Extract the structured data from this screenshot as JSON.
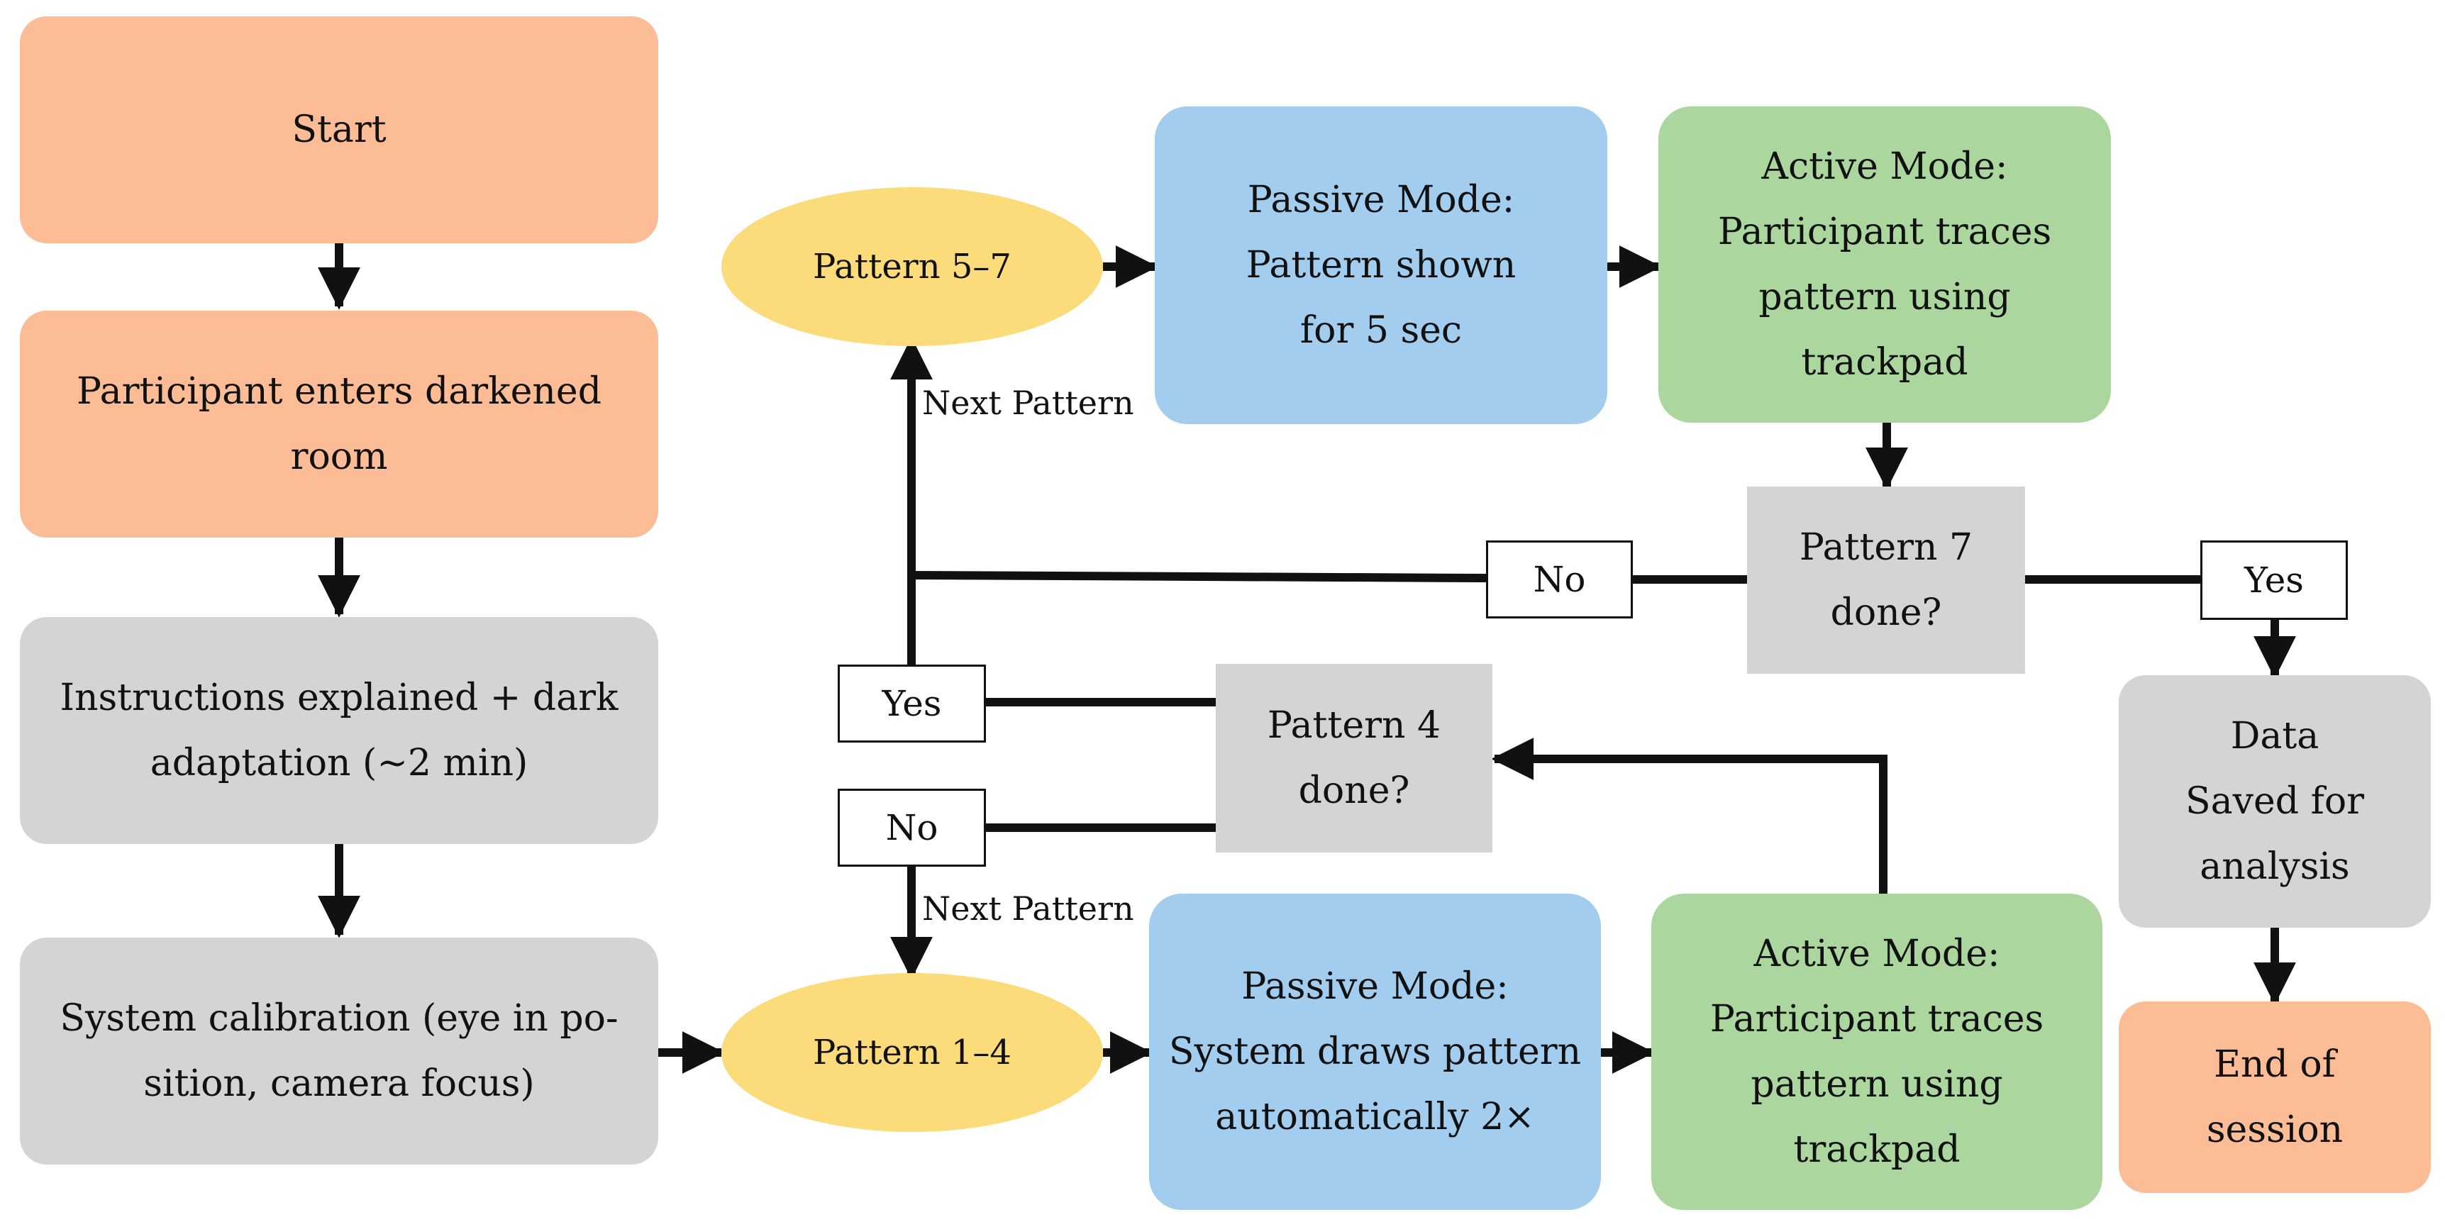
{
  "nodes": {
    "start": "Start",
    "enter_room": [
      "Participant enters darkened",
      "room"
    ],
    "instructions": [
      "Instructions explained + dark",
      "adaptation (~2 min)"
    ],
    "calibration": [
      "System calibration (eye in po-",
      "sition, camera focus)"
    ],
    "pattern_1_4": "Pattern 1–4",
    "pattern_5_7": "Pattern 5–7",
    "passive_top": [
      "Passive Mode:",
      "Pattern shown",
      "for 5 sec"
    ],
    "active_top": [
      "Active Mode:",
      "Participant traces",
      "pattern using",
      "trackpad"
    ],
    "passive_bottom": [
      "Passive Mode:",
      "System draws pattern",
      "automatically 2×"
    ],
    "active_bottom": [
      "Active Mode:",
      "Participant traces",
      "pattern using",
      "trackpad"
    ],
    "pattern7_done": [
      "Pattern 7",
      "done?"
    ],
    "pattern4_done": [
      "Pattern 4",
      "done?"
    ],
    "data_saved": [
      "Data",
      "Saved for",
      "analysis"
    ],
    "end_session": [
      "End of",
      "session"
    ]
  },
  "labels": {
    "no_top": "No",
    "yes_right": "Yes",
    "yes_left": "Yes",
    "no_left": "No",
    "next_pattern_top": "Next Pattern",
    "next_pattern_bottom": "Next Pattern"
  },
  "colors": {
    "start_end": "#fcbc96",
    "process_grey": "#d4d4d4",
    "passive_blue": "#a2cdee",
    "active_green": "#abd79f",
    "pattern_yellow": "#fcdc7a",
    "arrow": "#111111"
  }
}
